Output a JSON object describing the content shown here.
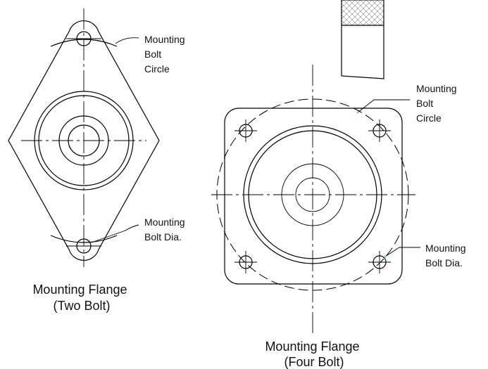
{
  "two_bolt": {
    "bolt_circle_label": [
      "Mounting",
      "Bolt",
      "Circle"
    ],
    "bolt_dia_label": [
      "Mounting",
      "Bolt Dia."
    ],
    "caption": [
      "Mounting Flange",
      "(Two Bolt)"
    ]
  },
  "four_bolt": {
    "bolt_circle_label": [
      "Mounting",
      "Bolt",
      "Circle"
    ],
    "bolt_dia_label": [
      "Mounting",
      "Bolt Dia."
    ],
    "caption": [
      "Mounting Flange",
      "(Four Bolt)"
    ]
  },
  "colors": {
    "line": "#000000",
    "leader_tip": "#7fd67f"
  }
}
